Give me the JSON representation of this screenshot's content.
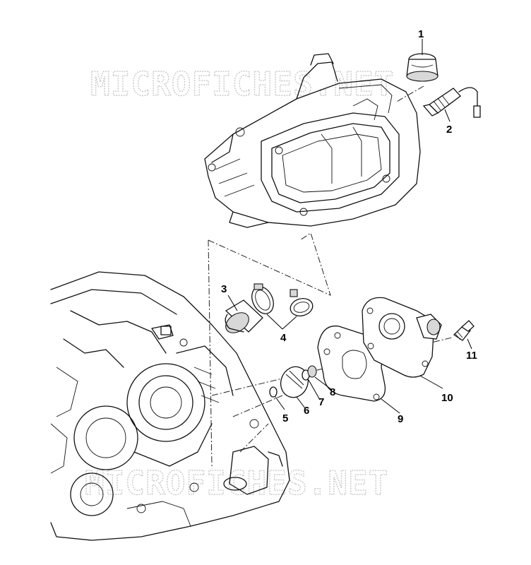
{
  "watermark": {
    "text": "MICROFICHES.NET"
  },
  "callouts": [
    {
      "id": "1",
      "label": "1"
    },
    {
      "id": "2",
      "label": "2"
    },
    {
      "id": "3",
      "label": "3"
    },
    {
      "id": "4",
      "label": "4"
    },
    {
      "id": "5",
      "label": "5"
    },
    {
      "id": "6",
      "label": "6"
    },
    {
      "id": "7",
      "label": "7"
    },
    {
      "id": "8",
      "label": "8"
    },
    {
      "id": "9",
      "label": "9"
    },
    {
      "id": "10",
      "label": "10"
    },
    {
      "id": "11",
      "label": "11"
    }
  ]
}
